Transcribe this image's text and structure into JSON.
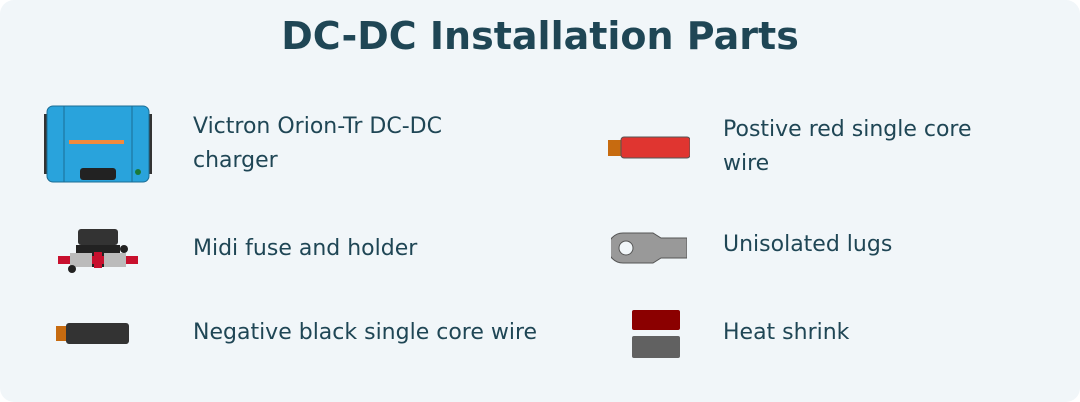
{
  "title": "DC-DC Installation Parts",
  "items": [
    {
      "label": "Victron Orion-Tr DC-DC charger",
      "icon": "dc-dc-charger-icon"
    },
    {
      "label": "Midi fuse and holder",
      "icon": "midi-fuse-icon"
    },
    {
      "label": "Negative black single core wire",
      "icon": "black-wire-icon"
    },
    {
      "label": "Postive red single core wire",
      "icon": "red-wire-icon"
    },
    {
      "label": "Unisolated lugs",
      "icon": "lug-icon"
    },
    {
      "label": "Heat shrink",
      "icon": "heat-shrink-icon"
    }
  ],
  "colors": {
    "title": "#1f4655",
    "background": "#f1f6f9",
    "charger": "#29a3dc",
    "red_wire": "#e03530",
    "heat_shrink_red": "#8b0000",
    "heat_shrink_grey": "#616161"
  }
}
